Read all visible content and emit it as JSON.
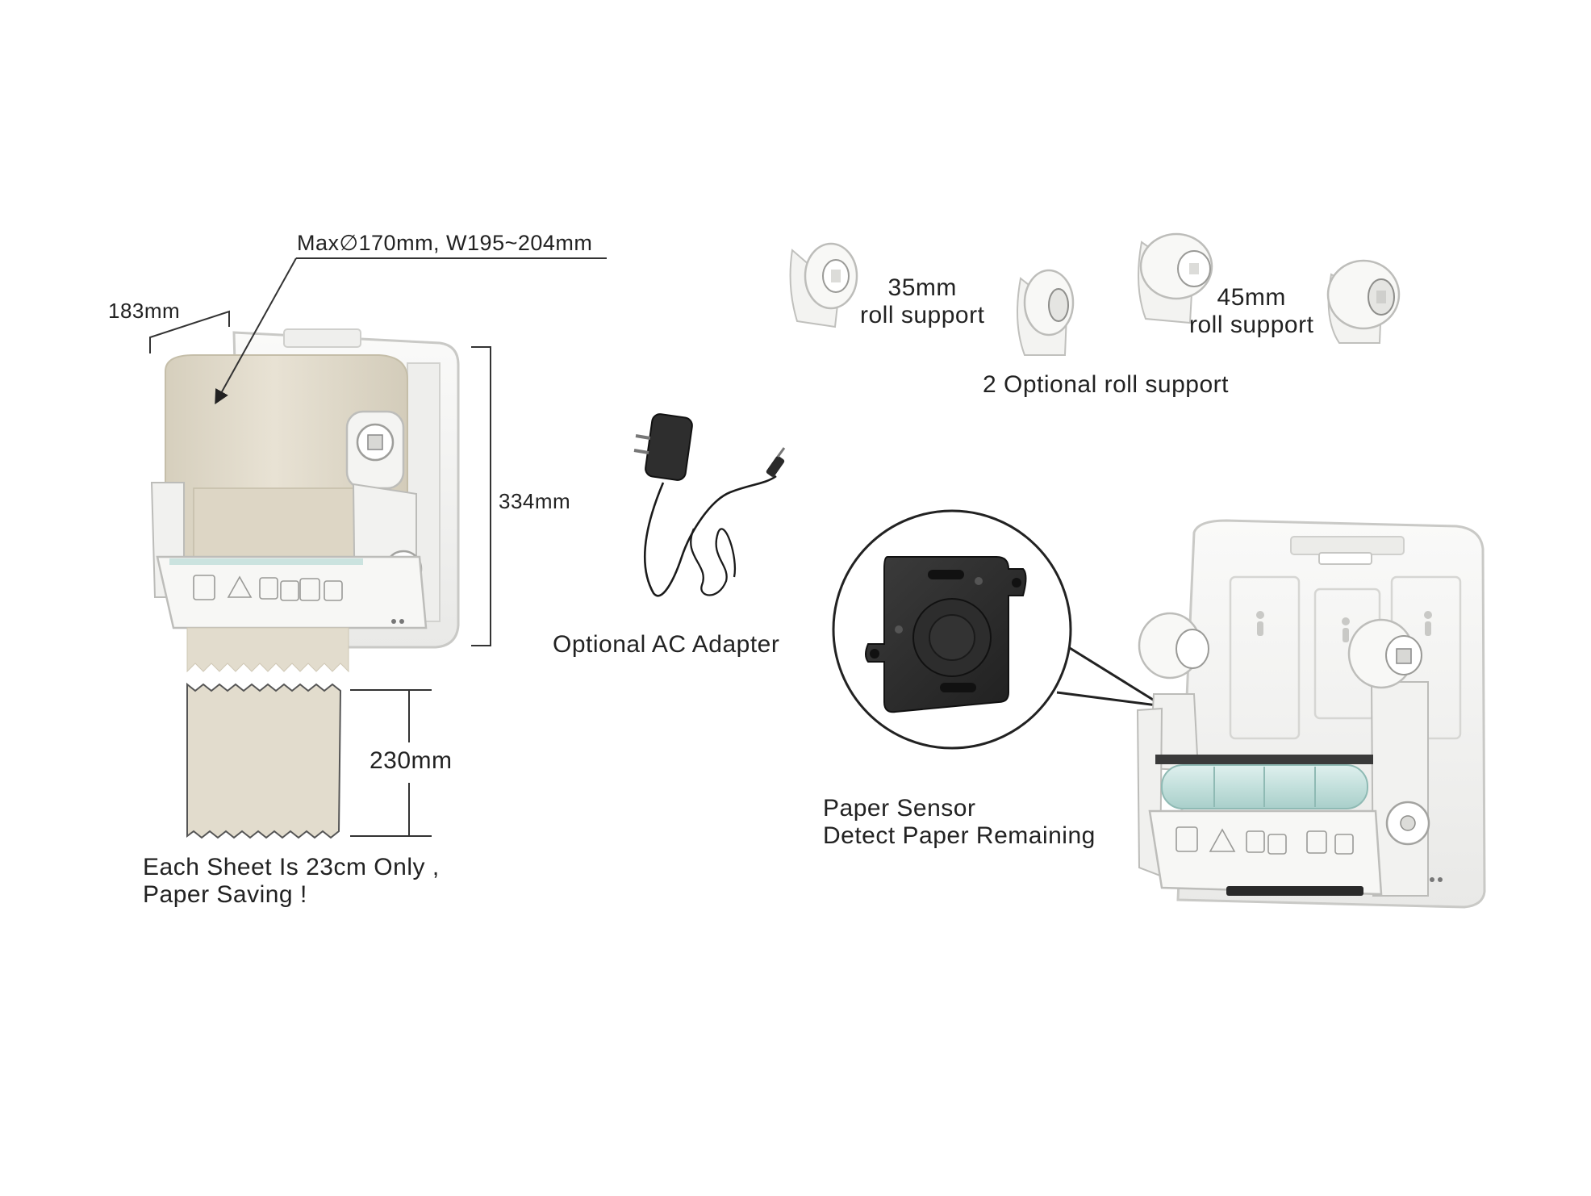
{
  "dispenser_left": {
    "roll_spec": "Max∅170mm, W195~204mm",
    "depth": "183mm",
    "height": "334mm"
  },
  "sheet": {
    "length": "230mm",
    "caption_line1": "Each Sheet Is 23cm Only ,",
    "caption_line2": "Paper Saving !"
  },
  "adapter": {
    "label": "Optional AC Adapter"
  },
  "roll_supports": {
    "small_size": "35mm",
    "small_label": "roll support",
    "large_size": "45mm",
    "large_label": "roll support",
    "caption": "2 Optional roll support"
  },
  "sensor": {
    "line1": "Paper Sensor",
    "line2": "Detect Paper Remaining"
  },
  "colors": {
    "paper": "#e2dccd",
    "housing": "#f6f6f4",
    "housing_edge": "#c9c9c6",
    "sensor_body": "#2b2b2b",
    "roller": "#c8e3e0",
    "line": "#333333"
  }
}
